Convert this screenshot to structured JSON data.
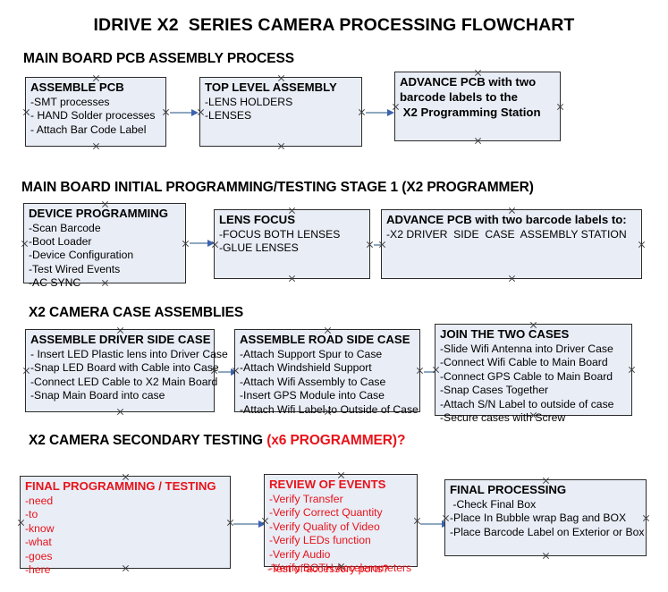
{
  "title": "IDRIVE X2  SERIES CAMERA PROCESSING FLOWCHART",
  "colors": {
    "node_fill": "#e9edf6",
    "node_border": "#2b2b2b",
    "accent_red": "#e8131a",
    "arrow_shaft": "#8fa8bf",
    "arrow_head": "#3c63b0",
    "page_background": "#ffffff",
    "text": "#000000"
  },
  "sections": [
    {
      "header": "MAIN BOARD PCB ASSEMBLY PROCESS",
      "header_accent": "",
      "nodes": [
        {
          "title": "ASSEMBLE PCB",
          "lines": [
            "-SMT processes",
            "- HAND Solder processes",
            "- Attach Bar Code Label"
          ]
        },
        {
          "title": "TOP LEVEL ASSEMBLY",
          "lines": [
            "-LENS HOLDERS",
            "-LENSES"
          ]
        },
        {
          "title": "ADVANCE PCB with two",
          "lines": [
            "barcode labels to the",
            " X2 Programming Station"
          ]
        }
      ]
    },
    {
      "header": "MAIN BOARD INITIAL PROGRAMMING/TESTING STAGE 1 (X2 PROGRAMMER)",
      "header_accent": "",
      "nodes": [
        {
          "title": "DEVICE PROGRAMMING",
          "lines": [
            "-Scan Barcode",
            "-Boot Loader",
            "-Device Configuration",
            "-Test Wired Events",
            "-AC SYNC"
          ]
        },
        {
          "title": "LENS FOCUS",
          "lines": [
            "-FOCUS BOTH LENSES",
            "-GLUE LENSES"
          ]
        },
        {
          "title": "ADVANCE PCB with two barcode labels to:",
          "lines": [
            "-X2 DRIVER  SIDE  CASE  ASSEMBLY STATION"
          ]
        }
      ]
    },
    {
      "header": "X2 CAMERA CASE ASSEMBLIES",
      "header_accent": "",
      "nodes": [
        {
          "title": "ASSEMBLE DRIVER SIDE CASE",
          "lines": [
            "- Insert LED Plastic lens into Driver Case",
            "-Snap LED Board with Cable into Case",
            "-Connect LED Cable to X2 Main Board",
            "-Snap Main Board into case"
          ]
        },
        {
          "title": "ASSEMBLE ROAD SIDE CASE",
          "lines": [
            "-Attach Support Spur to Case",
            "-Attach Windshield Support",
            "-Attach Wifi Assembly to Case",
            "-Insert GPS Module into Case",
            "-Attach Wifi Label to Outside of Case"
          ]
        },
        {
          "title": "JOIN THE TWO CASES",
          "lines": [
            "-Slide Wifi Antenna into Driver Case",
            "-Connect Wifi Cable to Main Board",
            "-Connect GPS Cable to Main Board",
            "-Snap Cases Together",
            "-Attach S/N Label to outside of case",
            "-Secure cases with Screw"
          ]
        }
      ]
    },
    {
      "header": "X2 CAMERA SECONDARY TESTING ",
      "header_accent": "(x6 PROGRAMMER)?",
      "nodes": [
        {
          "title": "FINAL PROGRAMMING / TESTING",
          "lines": [
            "-need",
            "-to",
            "-know",
            "-what",
            "-goes",
            "-here"
          ]
        },
        {
          "title": "REVIEW OF EVENTS",
          "lines": [
            "-Verify Transfer",
            "-Verify Correct Quantity",
            "-Verify Quality of Video",
            "-Verify LEDs function",
            "-Verify Audio",
            "-Verify BOTH Accelerometers"
          ],
          "overflow_line": "-Test of accessory ports?"
        },
        {
          "title": "FINAL PROCESSING",
          "lines": [
            " -Check Final Box",
            "-Place In Bubble wrap Bag and BOX",
            "-Place Barcode Label on Exterior or Box"
          ]
        }
      ]
    }
  ]
}
